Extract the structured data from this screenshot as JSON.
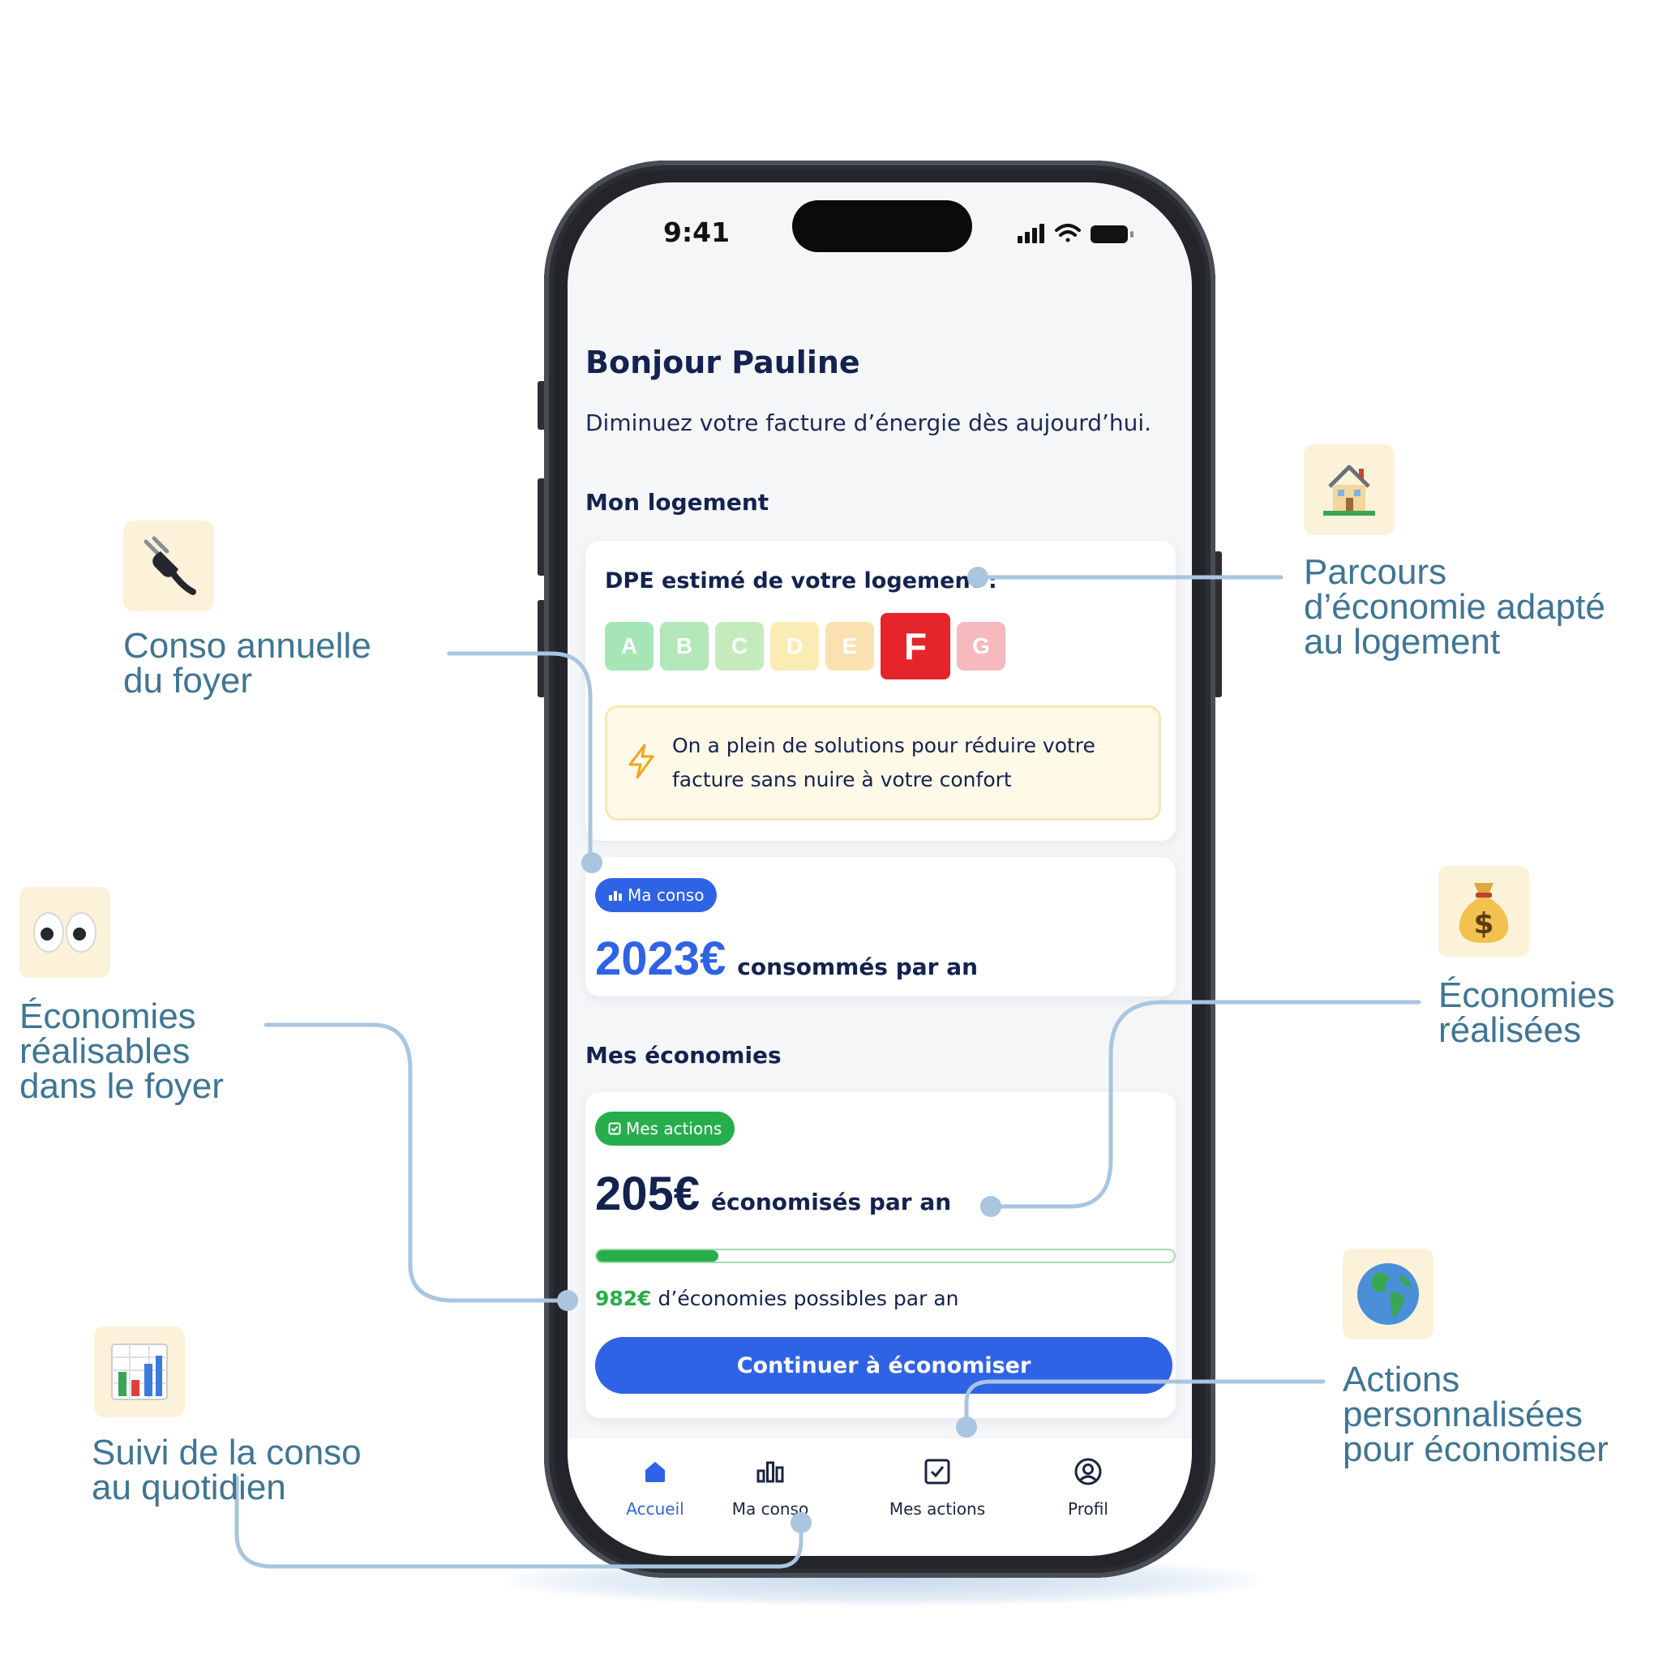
{
  "status_bar": {
    "time": "9:41"
  },
  "home": {
    "greeting": "Bonjour Pauline",
    "subtitle": "Diminuez votre facture d’énergie dès aujourd’hui.",
    "housing_section_title": "Mon logement",
    "dpe_label": "DPE estimé de votre logement :",
    "dpe_classes": [
      {
        "letter": "A",
        "color": "#a6e6b6",
        "active": false
      },
      {
        "letter": "B",
        "color": "#b3e6b8",
        "active": false
      },
      {
        "letter": "C",
        "color": "#c5ebbd",
        "active": false
      },
      {
        "letter": "D",
        "color": "#fbecb4",
        "active": false
      },
      {
        "letter": "E",
        "color": "#fbe1b0",
        "active": false
      },
      {
        "letter": "F",
        "color": "#e5242c",
        "active": true
      },
      {
        "letter": "G",
        "color": "#f5b9be",
        "active": false
      }
    ],
    "dpe_tip": "On a plein de solutions pour réduire votre facture sans nuire à votre confort",
    "conso_badge": "Ma conso",
    "conso_amount": "2023€",
    "conso_suffix": "consommés par an",
    "savings_section_title": "Mes économies",
    "actions_badge": "Mes actions",
    "saved_amount": "205€",
    "saved_suffix": "économisés par an",
    "savings_progress": 0.21,
    "possible_amount": "982€",
    "possible_suffix": "d’économies possibles par an",
    "cta_label": "Continuer à économiser"
  },
  "tabbar": {
    "tabs": [
      {
        "label": "Accueil",
        "icon": "home-icon",
        "active": true
      },
      {
        "label": "Ma conso",
        "icon": "bar-chart-icon",
        "active": false
      },
      {
        "label": "Mes actions",
        "icon": "checkbox-icon",
        "active": false
      },
      {
        "label": "Profil",
        "icon": "user-circle-icon",
        "active": false
      }
    ]
  },
  "annotations": {
    "conso_annuelle": {
      "label": "Conso annuelle\ndu foyer",
      "icon": "plug-icon"
    },
    "economies_realisables": {
      "label": "Économies\nréalisables\ndans le foyer",
      "icon": "eyes-icon"
    },
    "suivi_conso": {
      "label": "Suivi de la conso\nau quotidien",
      "icon": "chart-icon"
    },
    "parcours": {
      "label": "Parcours\nd’économie adapté\nau logement",
      "icon": "house-icon"
    },
    "economies_realisees": {
      "label": "Économies\nréalisées",
      "icon": "money-bag-icon"
    },
    "actions_perso": {
      "label": "Actions\npersonnalisées\npour économiser",
      "icon": "globe-icon"
    }
  },
  "colors": {
    "primary": "#2f63e6",
    "navy": "#14224f",
    "green": "#27ae4c",
    "annotation_text": "#3f7594",
    "connector": "#a9c5e0"
  }
}
